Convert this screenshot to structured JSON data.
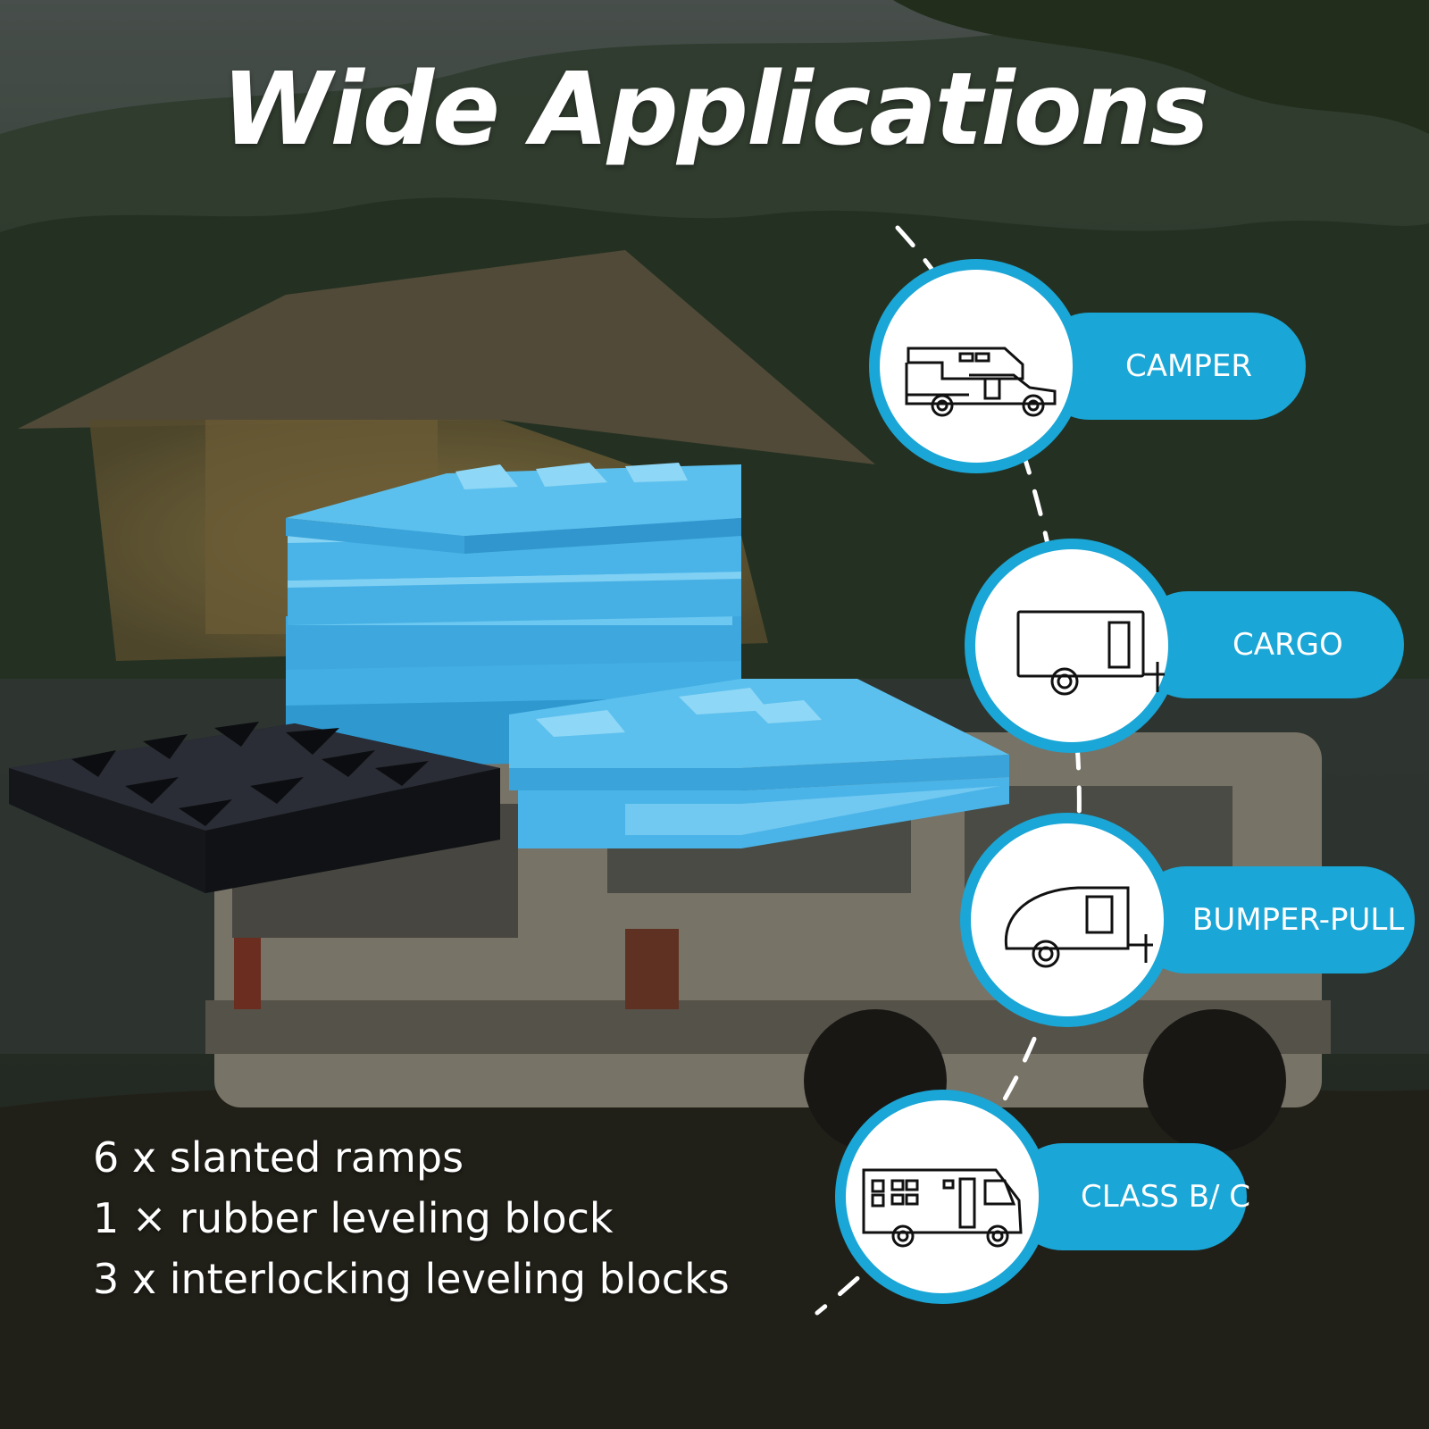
{
  "header": {
    "title": "Wide Applications"
  },
  "applications": [
    {
      "label": "CAMPER",
      "icon": "camper-truck-icon"
    },
    {
      "label": "CARGO",
      "icon": "cargo-trailer-icon"
    },
    {
      "label": "BUMPER-PULL",
      "icon": "teardrop-trailer-icon"
    },
    {
      "label": "CLASS B/ C",
      "icon": "motorhome-icon"
    }
  ],
  "contents": [
    "6 x slanted ramps",
    "1 × rubber leveling block",
    "3 x interlocking leveling blocks"
  ],
  "colors": {
    "accent": "#1aa6d6",
    "block_blue": "#4db8ea",
    "rubber": "#1c1e24",
    "text": "#ffffff"
  }
}
